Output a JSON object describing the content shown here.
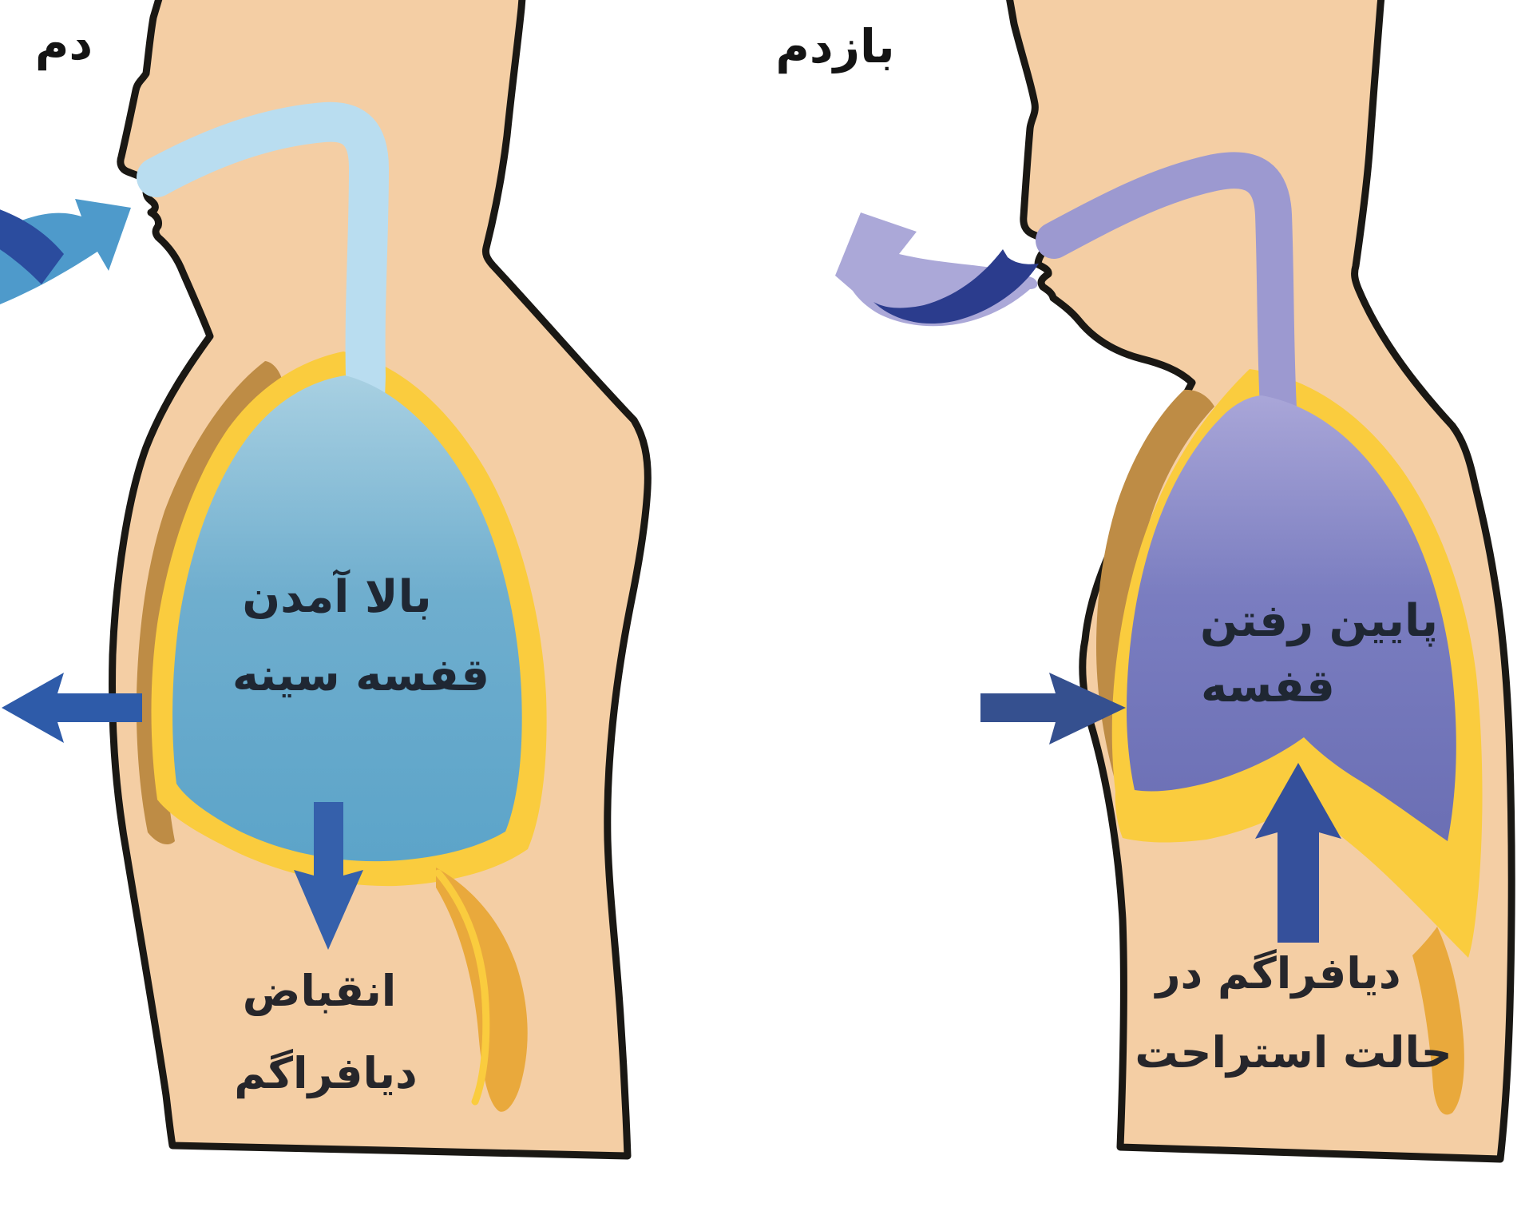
{
  "diagram": {
    "title_left": "دم",
    "title_right": "بازدم",
    "left_figure": {
      "chest_label_line1": "بالا آمدن",
      "chest_label_line2": "قفسه سینه",
      "diaphragm_label_line1": "انقباض",
      "diaphragm_label_line2": "دیافراگم"
    },
    "right_figure": {
      "chest_label_line1": "پایین رفتن",
      "chest_label_line2": "قفسه",
      "diaphragm_label_line1": "دیافراگم در",
      "diaphragm_label_line2": "حالت استراحت"
    },
    "icons": [
      "inhale-curved-arrow-icon",
      "chest-expand-arrow-icon",
      "diaphragm-contract-down-arrow-icon",
      "exhale-curved-arrow-icon",
      "chest-contract-arrow-icon",
      "diaphragm-relax-up-arrow-icon"
    ],
    "colors": {
      "background": "#FFFFFF",
      "skin": "#F4CEA4",
      "outline": "#1A1814",
      "rib_brown": "#BE8C45",
      "diaphragm_yellow": "#FACC3E",
      "diaphragm_orange": "#E9A93C",
      "inhale_lung_blue": "#6FAECE",
      "inhale_airway_blue": "#B9DDF0",
      "exhale_lung_purple": "#7A7DC0",
      "exhale_airway_purple": "#9C99D0",
      "arrow_blue": "#2E5BA9",
      "arrow_navy": "#2B3C8D",
      "arrow_light_blue": "#4E9ACB",
      "arrow_light_purple": "#ABA8D8"
    }
  }
}
